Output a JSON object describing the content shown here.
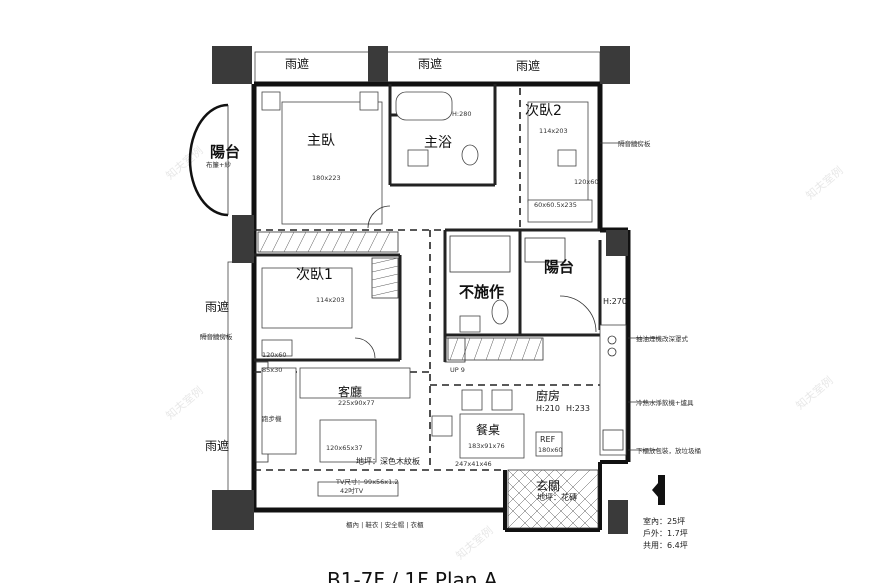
{
  "plan": {
    "title": "B1-7F / 1F  Plan A",
    "rooms": {
      "master_bedroom": "主臥",
      "master_bath": "主浴",
      "bedroom2": "次臥2",
      "bedroom1": "次臥1",
      "living": "客廳",
      "dining": "餐桌",
      "kitchen": "廚房",
      "entrance": "玄關",
      "balcony_left": "陽台",
      "balcony_right": "陽台",
      "no_construction": "不施作",
      "ref": "REF"
    },
    "canopies": {
      "top_left": "雨遮",
      "top_middle": "雨遮",
      "top_right": "雨遮",
      "left_middle": "雨遮",
      "left_bottom": "雨遮"
    },
    "heights": {
      "kitchen": "H:210",
      "kitchen2": "H:233",
      "balcony_right": "H:270",
      "bath": "H:280"
    },
    "notes": {
      "floor_living": "地坪：深色木紋板",
      "floor_entrance": "地坪：花磚",
      "tv_size": "TV尺寸：99x56x1.2",
      "tv": "42吋TV",
      "bottom_note": "櫃內 | 鞋衣 | 安全帽 | 衣櫃",
      "kitchen_note1": "抽油煙機改深罩式",
      "kitchen_note2": "冷熱水淨飲機+爐具",
      "kitchen_note3": "下櫃放包裝，放垃圾桶",
      "right_wall_note": "隔音牆房板",
      "left_wall_note": "隔音牆房板",
      "balcony_left_note": "布簾+紗",
      "stair": "UP 9",
      "machine": "跑步機",
      "dims_master_bed": "180x223",
      "dims_bed2": "114x203",
      "dims_bed1": "114x203",
      "dims_sofa": "225x90x77",
      "dims_dining": "183x91x76",
      "dims_tvcab": "120x65x37",
      "dims_ref": "180x60",
      "dims_desk1": "120x60",
      "dims_desk2": "120x60",
      "dims_wardrobe2": "60x60.5x235",
      "dims_shelf": "247x41x46",
      "dims_sofa2": "85x30"
    },
    "area": {
      "indoor": "室內：25坪",
      "outdoor": "戶外：1.7坪",
      "common": "共用：6.4坪"
    },
    "watermark": "知夫室例"
  }
}
